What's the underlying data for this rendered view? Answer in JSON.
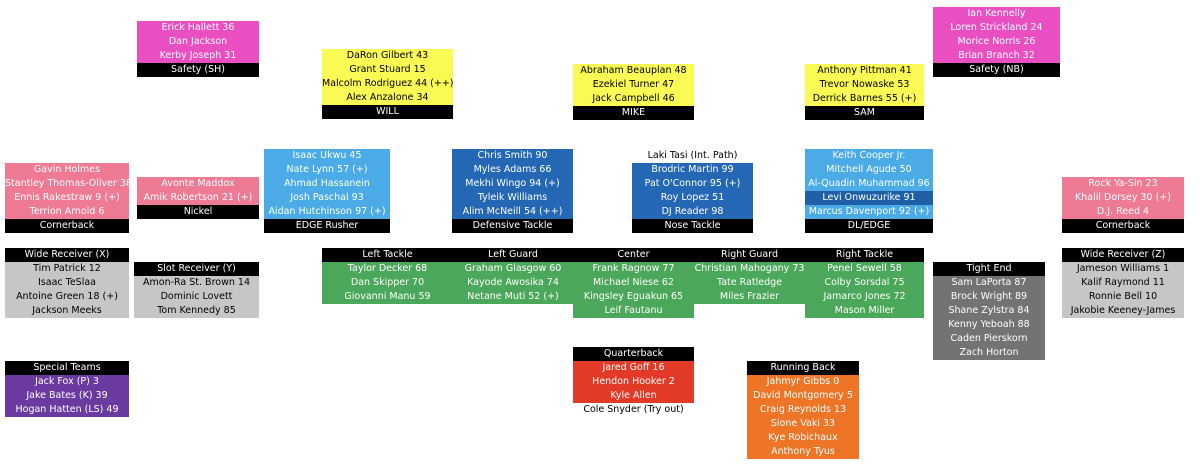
{
  "colors": {
    "safety": "#ea4fc1",
    "linebacker": "#fafa55",
    "cornerback": "#ee7a93",
    "frontlight": "#4aabe6",
    "frontdark": "#2467b5",
    "frontdark_highlight": "#1f5fa8",
    "gray": "#c6c6c6",
    "darkgray": "#737373",
    "green": "#4ba85b",
    "red": "#e23a26",
    "orange": "#ee7426",
    "purple": "#6a3aa0",
    "label": "#000000",
    "white_text": "#ffffff",
    "black_text": "#000000"
  },
  "groups": [
    {
      "id": "safety-sh",
      "label": "Safety (SH)",
      "label_pos": "bottom",
      "color": "safety",
      "text": "light",
      "players": [
        "Erick Hallett 36",
        "Dan Jackson",
        "Kerby Joseph 31"
      ]
    },
    {
      "id": "will",
      "label": "WILL",
      "label_pos": "bottom",
      "color": "linebacker",
      "text": "dark",
      "players": [
        "DaRon Gilbert 43",
        "Grant Stuard 15",
        "Malcolm Rodriguez 44 (++)",
        "Alex Anzalone 34"
      ]
    },
    {
      "id": "mike",
      "label": "MIKE",
      "label_pos": "bottom",
      "color": "linebacker",
      "text": "dark",
      "players": [
        "Abraham Beauplan 48",
        "Ezekiel Turner 47",
        "Jack Campbell 46"
      ]
    },
    {
      "id": "sam",
      "label": "SAM",
      "label_pos": "bottom",
      "color": "linebacker",
      "text": "dark",
      "players": [
        "Anthony Pittman 41",
        "Trevor Nowaske 53",
        "Derrick Barnes 55 (+)"
      ]
    },
    {
      "id": "safety-nb",
      "label": "Safety (NB)",
      "label_pos": "bottom",
      "color": "safety",
      "text": "light",
      "players": [
        "Ian Kennelly",
        "Loren Strickland 24",
        "Morice Norris 26",
        "Brian Branch 32"
      ]
    },
    {
      "id": "cornerback-left",
      "label": "Cornerback",
      "label_pos": "bottom",
      "color": "cornerback",
      "text": "light",
      "players": [
        "Gavin Holmes",
        "Stantley Thomas-Oliver 38",
        "Ennis Rakestraw 9 (+)",
        "Terrion Arnold 6"
      ]
    },
    {
      "id": "nickel",
      "label": "Nickel",
      "label_pos": "bottom",
      "color": "cornerback",
      "text": "light",
      "players": [
        "Avonte Maddox",
        "Amik Robertson 21 (+)"
      ]
    },
    {
      "id": "edge-rusher",
      "label": "EDGE Rusher",
      "label_pos": "bottom",
      "color": "frontlight",
      "text": "light",
      "players": [
        "Isaac Ukwu 45",
        "Nate Lynn 57 (+)",
        "Ahmad Hassanein",
        "Josh Paschal 93",
        "Aidan Hutchinson 97 (+)"
      ]
    },
    {
      "id": "defensive-tackle",
      "label": "Defensive Tackle",
      "label_pos": "bottom",
      "color": "frontdark",
      "text": "light",
      "players": [
        "Chris Smith 90",
        "Myles Adams 66",
        "Mekhi Wingo 94 (+)",
        "Tyleik Williams",
        "Alim McNeill 54 (++)"
      ]
    },
    {
      "id": "nose-tackle",
      "label": "Nose Tackle",
      "label_pos": "bottom",
      "color": "frontdark",
      "text": "light",
      "note": "Laki Tasi (Int. Path)",
      "players": [
        "Brodric Martin 99",
        "Pat O'Connor 95 (+)",
        "Roy Lopez 51",
        "DJ Reader 98"
      ]
    },
    {
      "id": "dl-edge",
      "label": "DL/EDGE",
      "label_pos": "bottom",
      "color": "frontlight",
      "text": "light",
      "players": [
        "Keith Cooper Jr.",
        "Mitchell Agude 50",
        "Al-Quadin Muhammad 96",
        "Levi Onwuzurike 91",
        "Marcus Davenport 92 (+)"
      ],
      "highlight_index": 3
    },
    {
      "id": "cornerback-right",
      "label": "Cornerback",
      "label_pos": "bottom",
      "color": "cornerback",
      "text": "light",
      "players": [
        "Rock Ya-Sin 23",
        "Khalil Dorsey 30 (+)",
        "D.J. Reed 4"
      ]
    },
    {
      "id": "wide-receiver-x",
      "label": "Wide Receiver (X)",
      "label_pos": "top",
      "color": "gray",
      "text": "dark",
      "players": [
        "Tim Patrick 12",
        "Isaac TeSlaa",
        "Antoine Green 18 (+)",
        "Jackson Meeks"
      ]
    },
    {
      "id": "slot-receiver-y",
      "label": "Slot Receiver (Y)",
      "label_pos": "top",
      "color": "gray",
      "text": "dark",
      "players": [
        "Amon-Ra St. Brown 14",
        "Dominic Lovett",
        "Tom Kennedy 85"
      ]
    },
    {
      "id": "left-tackle",
      "label": "Left Tackle",
      "label_pos": "top",
      "color": "green",
      "text": "light",
      "players": [
        "Taylor Decker 68",
        "Dan Skipper 70",
        "Giovanni Manu 59"
      ]
    },
    {
      "id": "left-guard",
      "label": "Left Guard",
      "label_pos": "top",
      "color": "green",
      "text": "light",
      "players": [
        "Graham Glasgow 60",
        "Kayode Awosika 74",
        "Netane Muti 52 (+)"
      ]
    },
    {
      "id": "center",
      "label": "Center",
      "label_pos": "top",
      "color": "green",
      "text": "light",
      "players": [
        "Frank Ragnow 77",
        "Michael Niese 62",
        "Kingsley Eguakun 65",
        "Leif Fautanu"
      ]
    },
    {
      "id": "right-guard",
      "label": "Right Guard",
      "label_pos": "top",
      "color": "green",
      "text": "light",
      "players": [
        "Christian Mahogany 73",
        "Tate Ratledge",
        "Miles Frazier"
      ]
    },
    {
      "id": "right-tackle",
      "label": "Right Tackle",
      "label_pos": "top",
      "color": "green",
      "text": "light",
      "players": [
        "Penei Sewell 58",
        "Colby Sorsdal 75",
        "Jamarco Jones 72",
        "Mason Miller"
      ]
    },
    {
      "id": "tight-end",
      "label": "Tight End",
      "label_pos": "top",
      "color": "darkgray",
      "text": "light",
      "players": [
        "Sam LaPorta 87",
        "Brock Wright 89",
        "Shane Zylstra 84",
        "Kenny Yeboah 88",
        "Caden Pierskorn",
        "Zach Horton"
      ]
    },
    {
      "id": "wide-receiver-z",
      "label": "Wide Receiver (Z)",
      "label_pos": "top",
      "color": "gray",
      "text": "dark",
      "players": [
        "Jameson Williams 1",
        "Kalif Raymond 11",
        "Ronnie Bell 10",
        "Jakobie Keeney-James"
      ]
    },
    {
      "id": "special-teams",
      "label": "Special Teams",
      "label_pos": "top",
      "color": "purple",
      "text": "light",
      "players": [
        "Jack Fox (P) 3",
        "Jake Bates (K) 39",
        "Hogan Hatten (LS) 49"
      ]
    },
    {
      "id": "quarterback",
      "label": "Quarterback",
      "label_pos": "top",
      "color": "red",
      "text": "light",
      "players": [
        "Jared Goff 16",
        "Hendon Hooker 2",
        "Kyle Allen"
      ],
      "after_note": "Cole Snyder (Try out)"
    },
    {
      "id": "running-back",
      "label": "Running Back",
      "label_pos": "top",
      "color": "orange",
      "text": "light",
      "players": [
        "Jahmyr Gibbs 0",
        "David Montgomery 5",
        "Craig Reynolds 13",
        "Sione Vaki 33",
        "Kye Robichaux",
        "Anthony Tyus"
      ]
    }
  ]
}
